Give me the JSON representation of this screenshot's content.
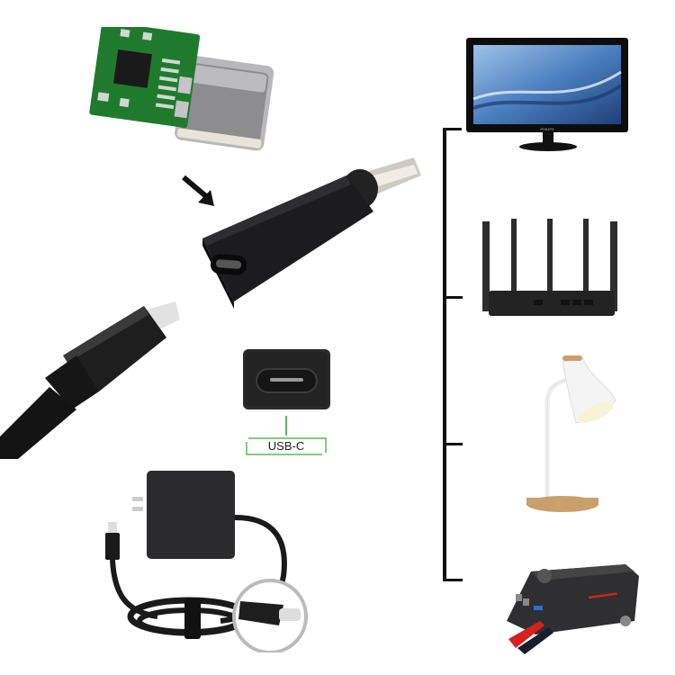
{
  "image": {
    "description": "USB-C female to DC barrel plug adapter product montage",
    "components": {
      "pcb": {
        "label": "usb-c-trigger-pcb"
      },
      "arrow": {
        "label": "arrow-icon"
      },
      "adapter": {
        "label": "usb-c-to-dc-adapter"
      },
      "cable": {
        "label": "usb-c-cable"
      },
      "port_closeup": {
        "label": "usb-c-port-closeup",
        "caption": "USB-C"
      },
      "charger": {
        "label": "usb-c-wall-charger"
      },
      "devices": [
        {
          "name": "monitor",
          "brand": "PHILIPS"
        },
        {
          "name": "router"
        },
        {
          "name": "desk-lamp"
        },
        {
          "name": "jump-starter"
        }
      ]
    },
    "colors": {
      "pcb_green": "#1f7a2e",
      "adapter_black": "#1c1c1e",
      "label_green": "#5cb85c",
      "bracket": "#111111",
      "screen_blue": "#4a7fc0",
      "jump_red": "#d62020",
      "wood": "#c9a06b"
    }
  }
}
